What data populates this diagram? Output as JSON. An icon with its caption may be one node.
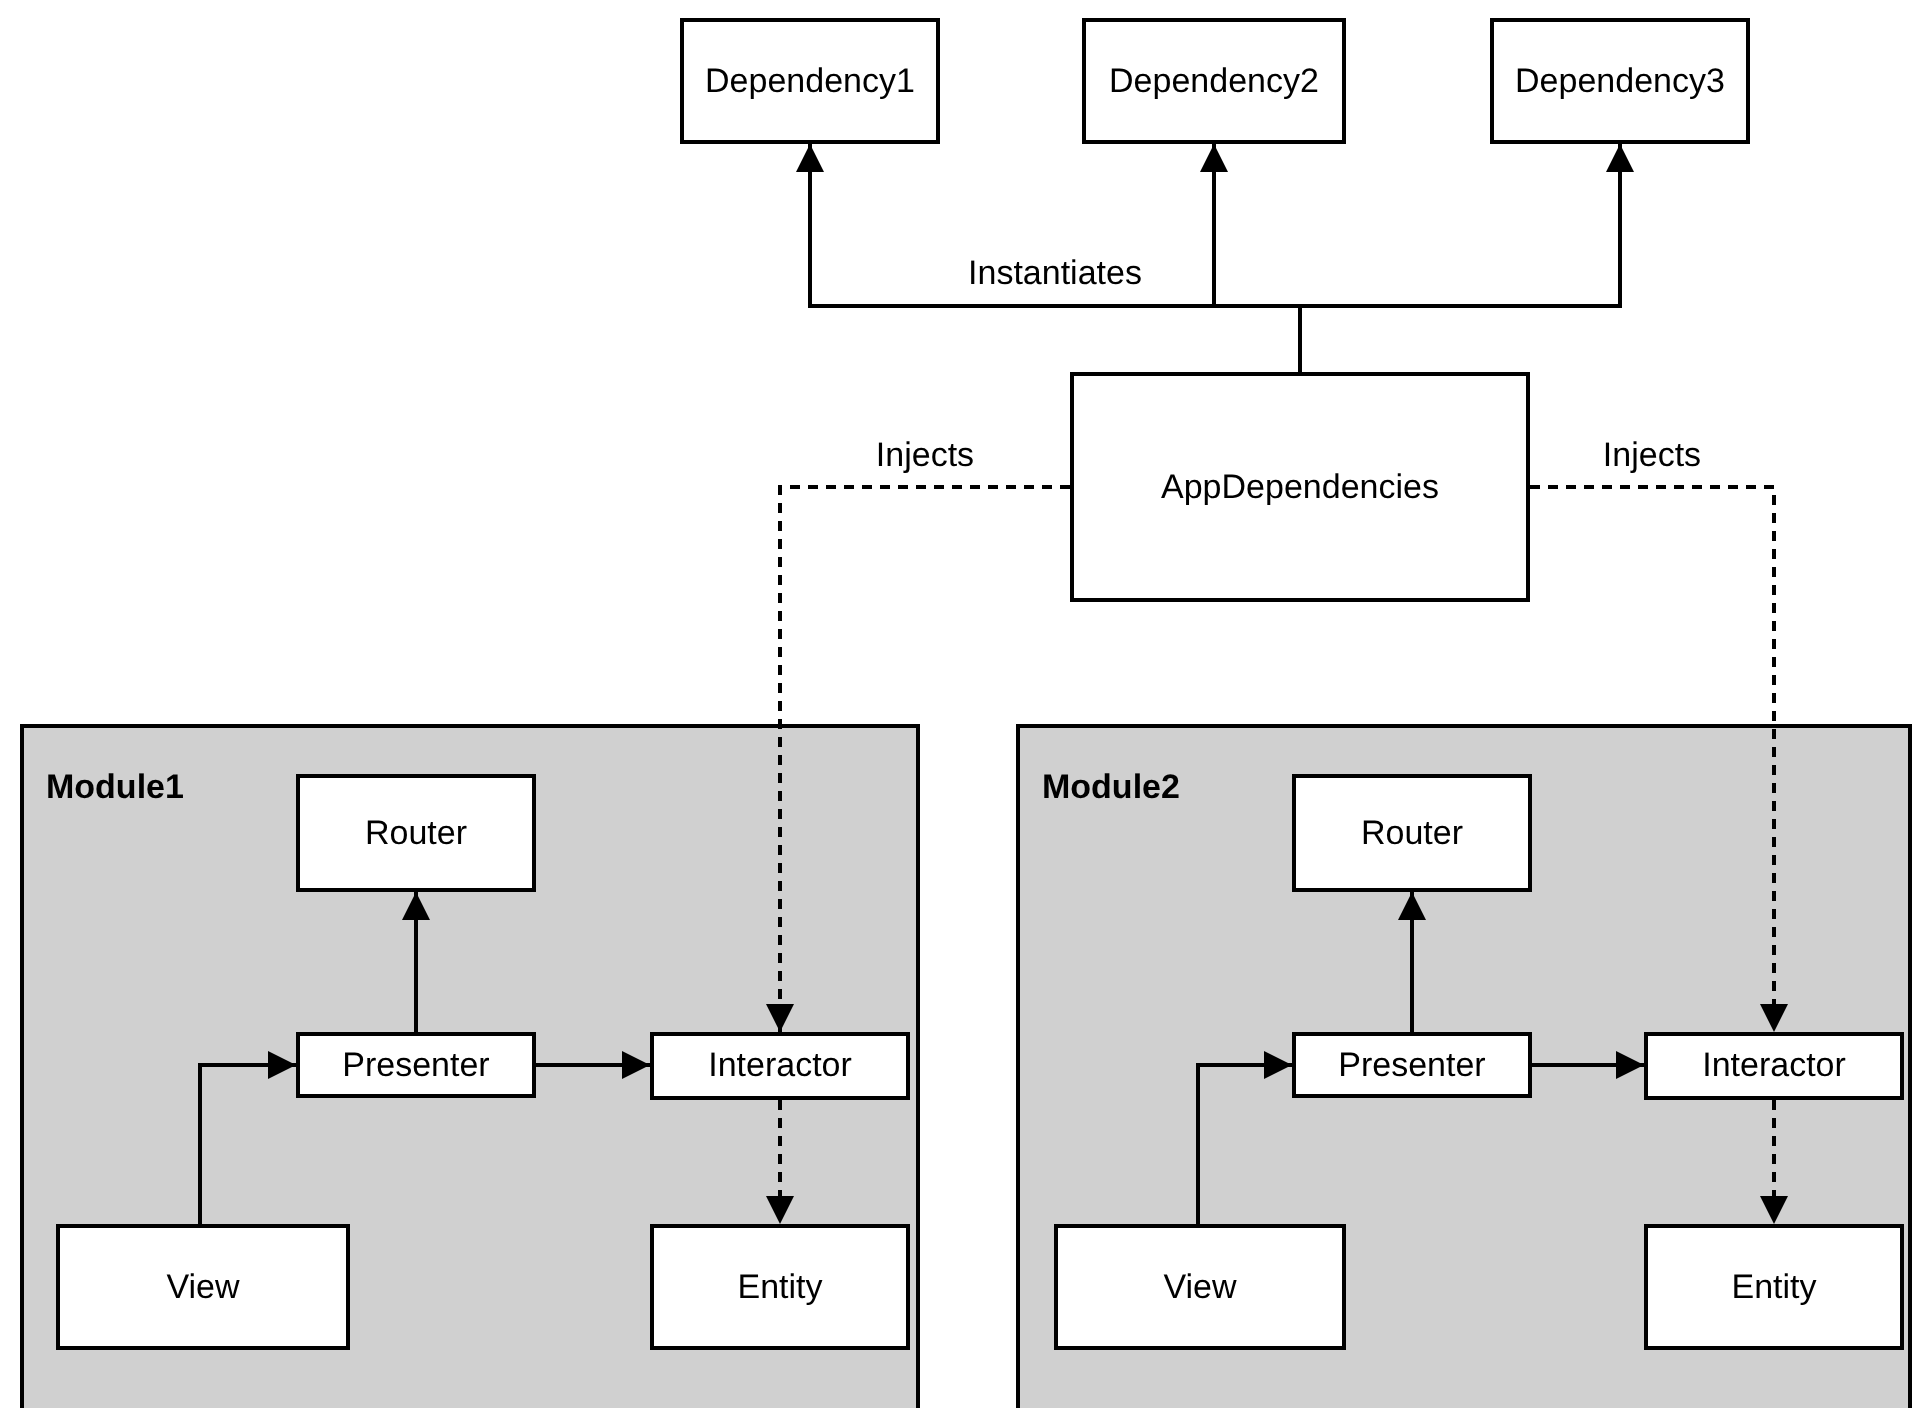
{
  "diagram": {
    "nodes": [
      {
        "text": [
          "Dependency1"
        ]
      },
      {
        "text": [
          "Dependency2"
        ]
      },
      {
        "text": [
          "Dependency3"
        ]
      },
      {
        "text": [
          "AppDependencies"
        ]
      },
      {
        "text": [
          "Module1"
        ]
      },
      {
        "text": [
          "Router"
        ],
        "in": 4
      },
      {
        "text": [
          "Presenter"
        ],
        "in": 4
      },
      {
        "text": [
          "Interactor"
        ],
        "in": 4
      },
      {
        "text": [
          "View"
        ],
        "in": 4
      },
      {
        "text": [
          "Entity"
        ],
        "in": 4
      },
      {
        "text": [
          "Module2"
        ]
      },
      {
        "text": [
          "Router"
        ],
        "in": 10
      },
      {
        "text": [
          "Presenter"
        ],
        "in": 10
      },
      {
        "text": [
          "Interactor"
        ],
        "in": 10
      },
      {
        "text": [
          "View"
        ],
        "in": 10
      },
      {
        "text": [
          "Entity"
        ],
        "in": 10
      }
    ],
    "edges": [
      {
        "from": 3,
        "to": 0,
        "arrow": "to",
        "label": "Instantiates"
      },
      {
        "from": 3,
        "to": 1,
        "arrow": "to"
      },
      {
        "from": 3,
        "to": 2,
        "arrow": "to"
      },
      {
        "from": 3,
        "to": 7,
        "arrow": "to",
        "style": "dashed",
        "label": "Injects"
      },
      {
        "from": 3,
        "to": 13,
        "arrow": "to",
        "style": "dashed",
        "label": "Injects"
      },
      {
        "from": 6,
        "to": 5,
        "arrow": "to"
      },
      {
        "from": 8,
        "to": 6,
        "arrow": "to"
      },
      {
        "from": 6,
        "to": 7,
        "arrow": "to"
      },
      {
        "from": 7,
        "to": 9,
        "arrow": "to",
        "style": "dashed"
      },
      {
        "from": 12,
        "to": 11,
        "arrow": "to"
      },
      {
        "from": 14,
        "to": 12,
        "arrow": "to"
      },
      {
        "from": 12,
        "to": 13,
        "arrow": "to"
      },
      {
        "from": 13,
        "to": 15,
        "arrow": "to",
        "style": "dashed"
      }
    ]
  }
}
